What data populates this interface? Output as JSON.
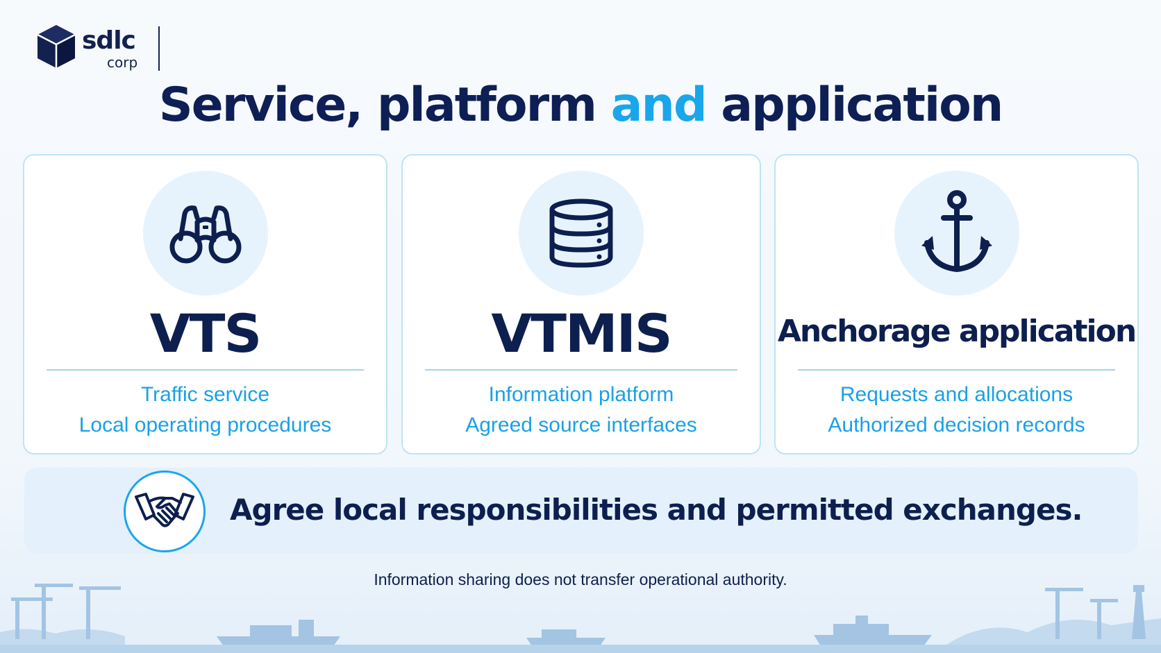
{
  "logo": {
    "word": "sdlc",
    "sub": "corp"
  },
  "title": {
    "part1": "Service, platform ",
    "accent": "and",
    "part2": " application"
  },
  "cards": [
    {
      "icon": "binoculars-icon",
      "name": "VTS",
      "line1": "Traffic service",
      "line2": "Local operating procedures"
    },
    {
      "icon": "database-icon",
      "name": "VTMIS",
      "line1": "Information platform",
      "line2": "Agreed source interfaces"
    },
    {
      "icon": "anchor-icon",
      "name": "Anchorage application",
      "line1": "Requests and allocations",
      "line2": "Authorized decision records"
    }
  ],
  "banner": {
    "icon": "handshake-icon",
    "text": "Agree local responsibilities and permitted exchanges."
  },
  "footnote": "Information sharing does not transfer operational authority.",
  "colors": {
    "navy": "#0d1f4f",
    "accent": "#1aa6ea",
    "card_border": "#bfe3f7",
    "banner_bg": "#e4f0fb"
  }
}
